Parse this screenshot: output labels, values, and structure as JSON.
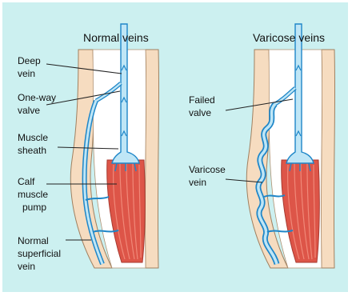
{
  "titles": {
    "normal": "Normal veins",
    "varicose": "Varicose veins"
  },
  "labels": {
    "deep_vein": [
      "Deep",
      "vein"
    ],
    "one_way_valve": [
      "One-way",
      "valve"
    ],
    "muscle_sheath": [
      "Muscle",
      "sheath"
    ],
    "calf_muscle_pump": [
      "Calf",
      "muscle",
      "pump"
    ],
    "normal_superficial_vein": [
      "Normal",
      "superficial",
      "vein"
    ],
    "failed_valve": [
      "Failed",
      "valve"
    ],
    "varicose_vein": [
      "Varicose",
      "vein"
    ]
  },
  "colors": {
    "background": "#ccf0f0",
    "skin": "#f6dcc0",
    "vein_fill": "#bfe6f6",
    "vein_stroke": "#1e86c8",
    "muscle": "#dd5548",
    "muscle_stripe": "#f08878"
  }
}
